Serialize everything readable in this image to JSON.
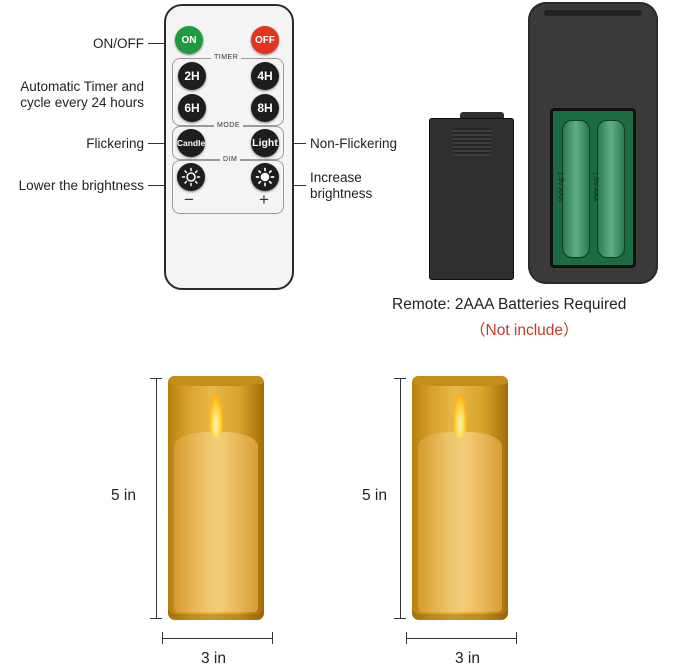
{
  "callouts": {
    "on_off": "ON/OFF",
    "timer_line1": "Automatic Timer and",
    "timer_line2": "cycle every 24 hours",
    "flickering": "Flickering",
    "non_flickering": "Non-Flickering",
    "lower_brightness": "Lower the brightness",
    "increase_line1": "Increase",
    "increase_line2": "brightness"
  },
  "remote": {
    "on": "ON",
    "off": "OFF",
    "timer_label": "TIMER",
    "t2h": "2H",
    "t4h": "4H",
    "t6h": "6H",
    "t8h": "8H",
    "mode_label": "MODE",
    "candle": "Candle",
    "light": "Light",
    "dim_label": "DIM",
    "minus": "−",
    "plus": "+"
  },
  "battery": {
    "label_a": "1.5V AAA",
    "label_b": "1.5V AAA",
    "caption": "Remote: 2AAA Batteries Required",
    "note": "（Not include）"
  },
  "dimensions": {
    "left_height": "5 in",
    "left_width": "3 in",
    "right_height": "5 in",
    "right_width": "3 in"
  },
  "colors": {
    "on_button": "#1f9a3c",
    "off_button": "#e2341f",
    "candle_amber": "#d8a22a",
    "note_red": "#c23b2a"
  }
}
